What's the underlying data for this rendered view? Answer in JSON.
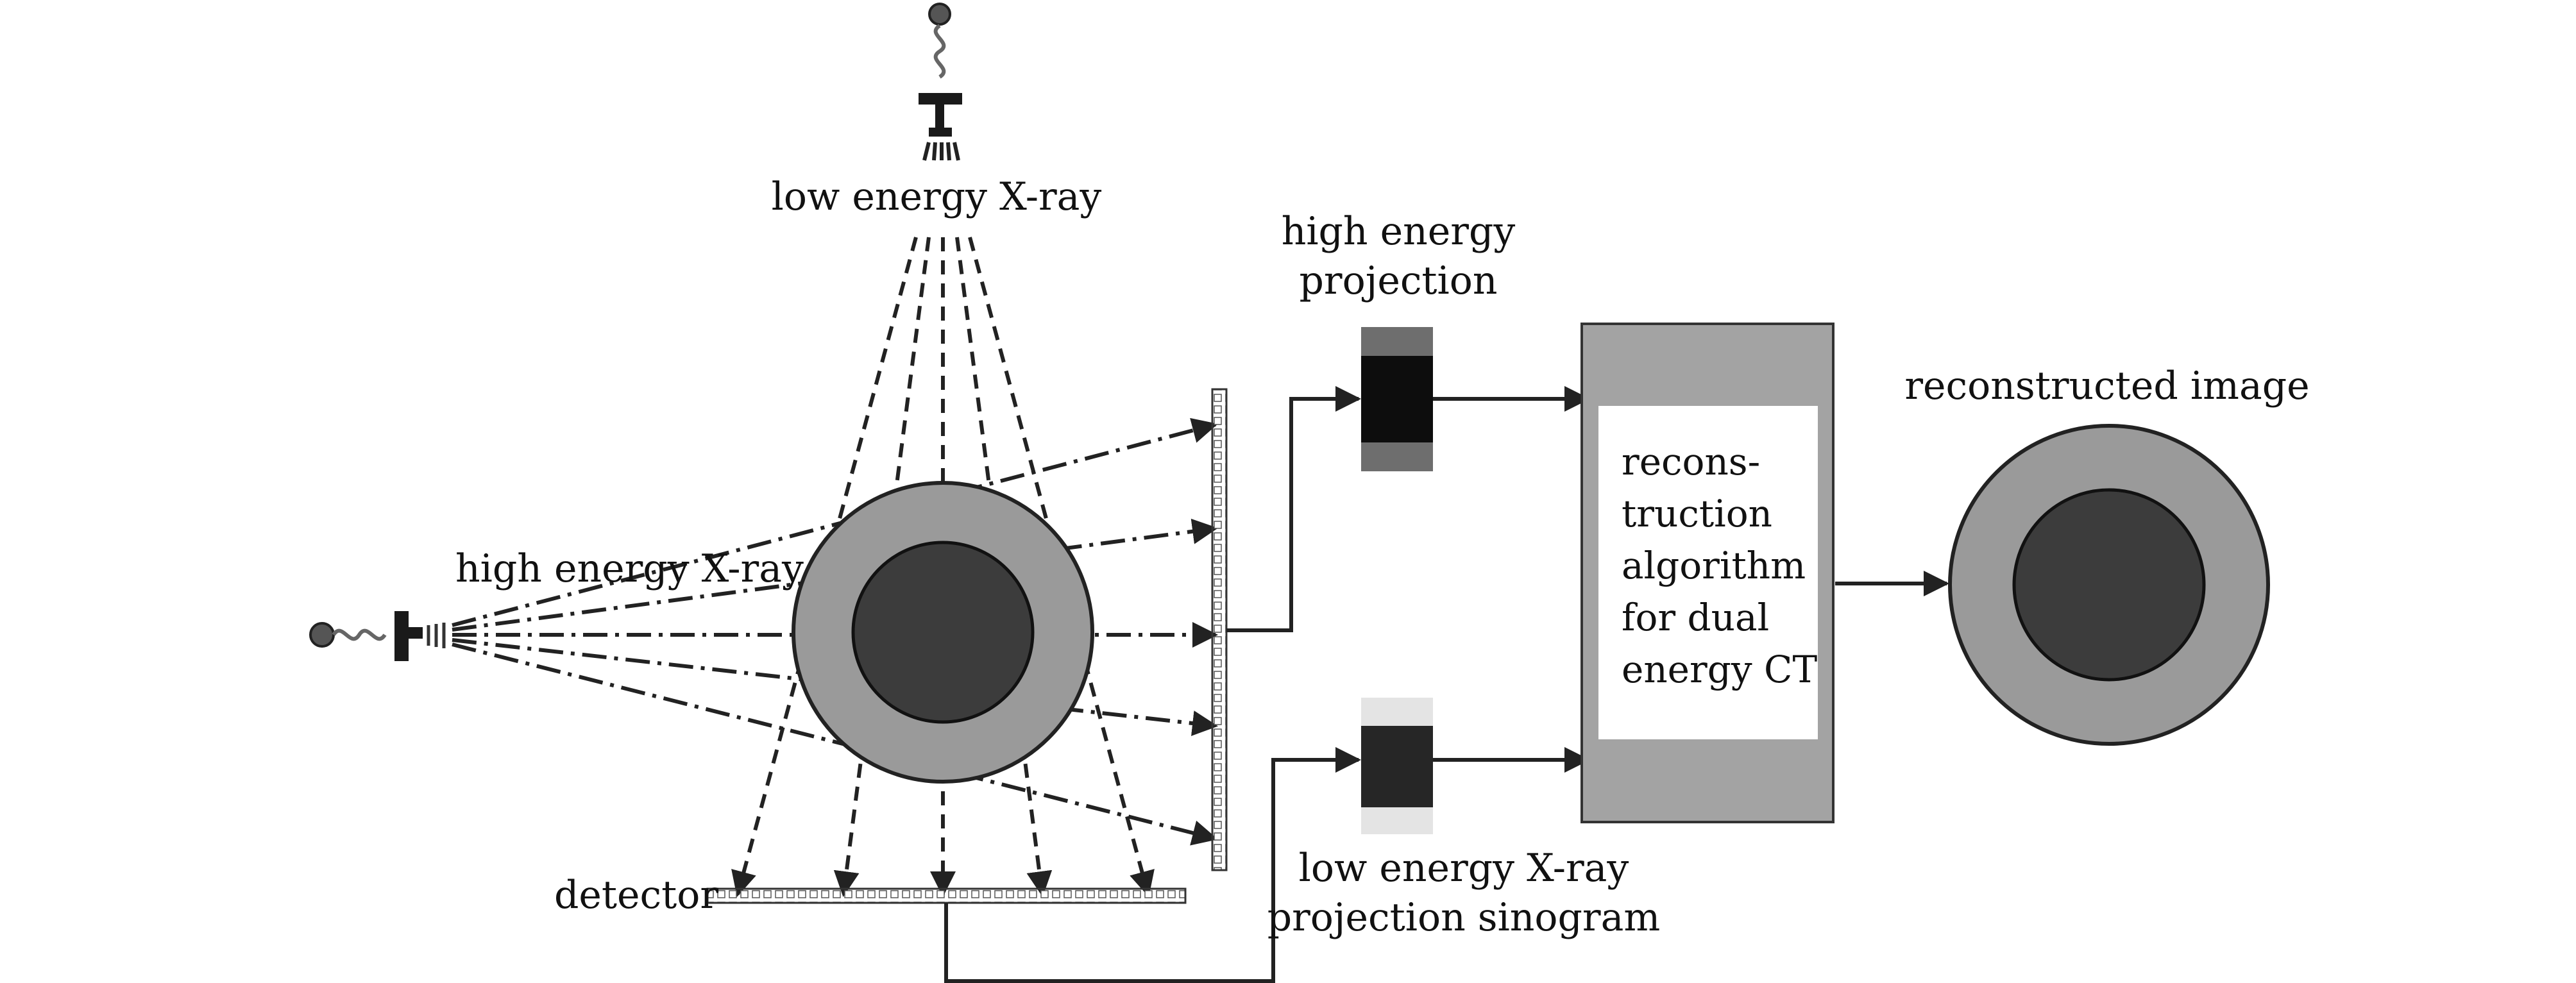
{
  "labels": {
    "low_energy_xray": "low energy X-ray",
    "high_energy_xray": "high energy X-ray",
    "high_energy_projection": [
      "high energy",
      "projection"
    ],
    "low_energy_projection": [
      "low energy X-ray",
      "projection sinogram"
    ],
    "reconstructed_image": "reconstructed image",
    "detector": "detector",
    "algorithm": [
      "recons-",
      "truction",
      "algorithm",
      "for dual",
      "energy CT"
    ]
  },
  "colors": {
    "outer_ring": "#9a9a9a",
    "inner_core": "#3c3c3c",
    "algorithm_box": "#a3a3a3",
    "line": "#222222",
    "high_projection_core": "#0d0d0d",
    "high_projection_band": "#6e6e6e",
    "low_projection_core": "#262626",
    "low_projection_band": "#e4e4e4"
  },
  "icons": [
    "xray-tube-icon-low",
    "xray-tube-icon-high"
  ]
}
